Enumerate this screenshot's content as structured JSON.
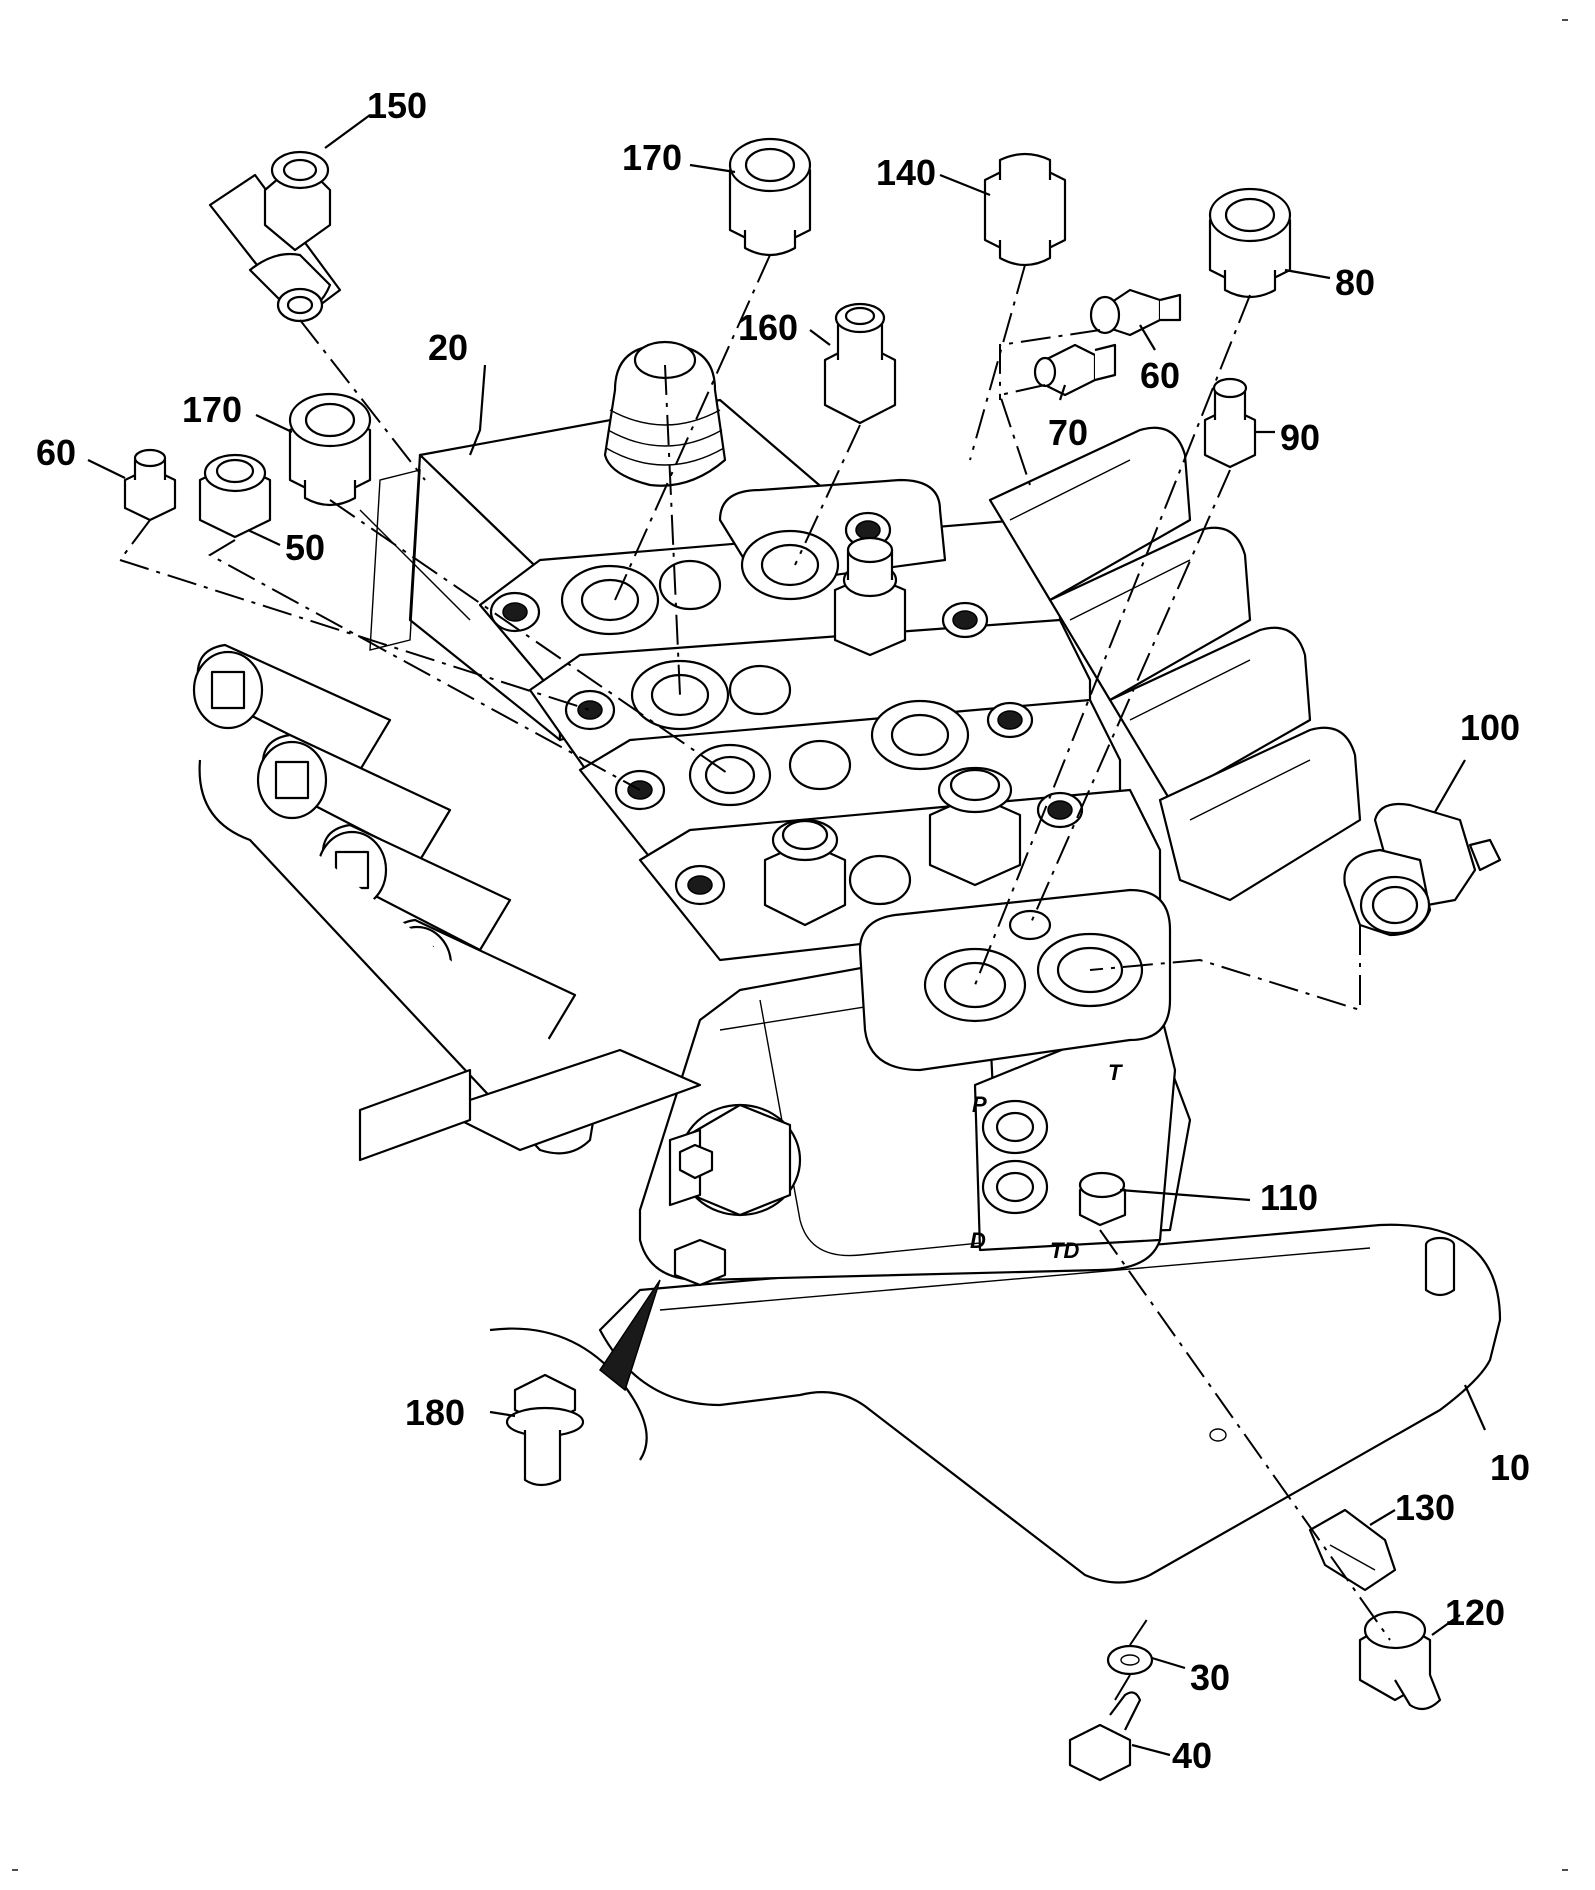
{
  "callouts": {
    "c150": "150",
    "c170a": "170",
    "c140": "140",
    "c80": "80",
    "c160": "160",
    "c60a": "60",
    "c70": "70",
    "c90": "90",
    "c20": "20",
    "c170b": "170",
    "c60b": "60",
    "c50": "50",
    "c100": "100",
    "c110": "110",
    "c180": "180",
    "c10": "10",
    "c130": "130",
    "c120": "120",
    "c30": "30",
    "c40": "40"
  },
  "port_labels": {
    "p": "P",
    "t": "T",
    "d": "D",
    "td": "TD"
  }
}
